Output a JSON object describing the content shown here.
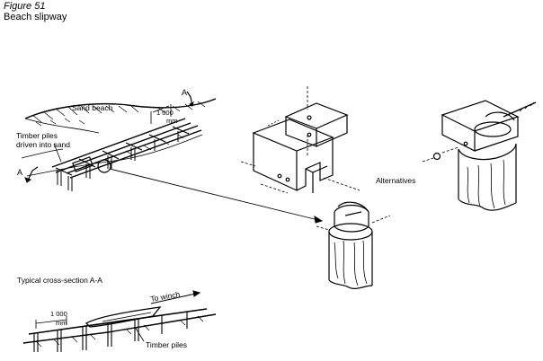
{
  "figure": {
    "number": "Figure 51",
    "title": "Beach slipway"
  },
  "plan": {
    "sand_beach": "Sand beach",
    "dimension": "1 000",
    "dimension_unit": "mm",
    "section_marker": "A",
    "piles_label_line1": "Timber piles",
    "piles_label_line2": "driven into sand"
  },
  "details": {
    "alternatives": "Alternatives"
  },
  "section": {
    "title": "Typical cross-section A-A",
    "dimension": "1 000",
    "dimension_unit": "mm",
    "to_winch": "To winch",
    "timber_piles": "Timber piles"
  }
}
